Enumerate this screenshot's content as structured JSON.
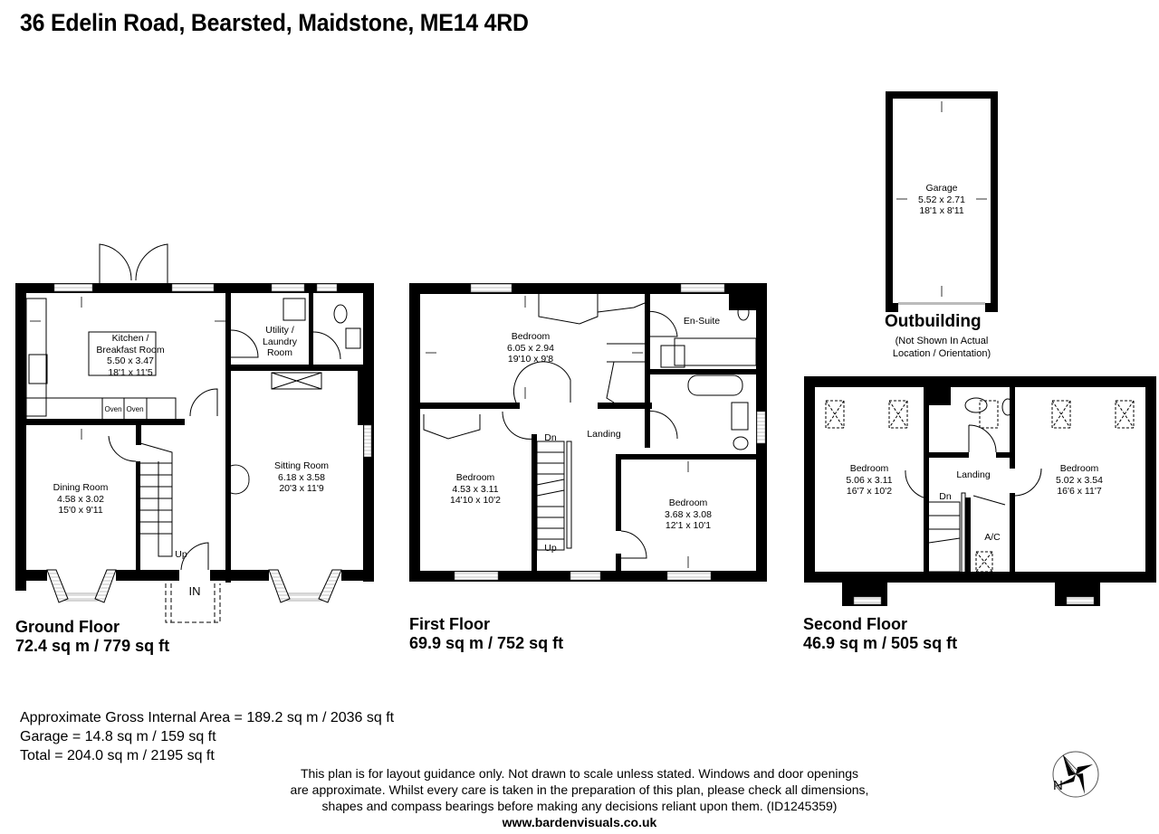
{
  "title": "36 Edelin Road, Bearsted, Maidstone, ME14 4RD",
  "floors": [
    {
      "name": "Ground Floor",
      "area": "72.4 sq m / 779 sq ft",
      "rooms": [
        {
          "name": "Kitchen /\nBreakfast Room",
          "metric": "5.50 x 3.47",
          "imperial": "18'1 x 11'5"
        },
        {
          "name": "Utility /\nLaundry\nRoom",
          "metric": "",
          "imperial": ""
        },
        {
          "name": "Dining Room",
          "metric": "4.58 x 3.02",
          "imperial": "15'0 x 9'11"
        },
        {
          "name": "Sitting Room",
          "metric": "6.18 x 3.58",
          "imperial": "20'3 x 11'9"
        }
      ],
      "fixtures": {
        "oven1": "Oven",
        "oven2": "Oven",
        "stairs": "Up",
        "entrance": "IN"
      }
    },
    {
      "name": "First Floor",
      "area": "69.9 sq m / 752 sq ft",
      "rooms": [
        {
          "name": "Bedroom",
          "metric": "6.05 x 2.94",
          "imperial": "19'10 x 9'8"
        },
        {
          "name": "En-Suite",
          "metric": "",
          "imperial": ""
        },
        {
          "name": "Landing",
          "metric": "",
          "imperial": ""
        },
        {
          "name": "Bedroom",
          "metric": "4.53 x 3.11",
          "imperial": "14'10 x 10'2"
        },
        {
          "name": "Bedroom",
          "metric": "3.68 x 3.08",
          "imperial": "12'1 x 10'1"
        }
      ],
      "fixtures": {
        "stairs_down": "Dn",
        "stairs_up": "Up"
      }
    },
    {
      "name": "Second Floor",
      "area": "46.9 sq m / 505 sq ft",
      "rooms": [
        {
          "name": "Bedroom",
          "metric": "5.06 x 3.11",
          "imperial": "16'7 x 10'2"
        },
        {
          "name": "Landing",
          "metric": "",
          "imperial": ""
        },
        {
          "name": "Bedroom",
          "metric": "5.02 x 3.54",
          "imperial": "16'6 x 11'7"
        },
        {
          "name": "A/C",
          "metric": "",
          "imperial": ""
        }
      ],
      "fixtures": {
        "stairs_down": "Dn"
      }
    }
  ],
  "outbuilding": {
    "label": "Outbuilding",
    "note": "(Not Shown In Actual\nLocation / Orientation)",
    "room": {
      "name": "Garage",
      "metric": "5.52 x 2.71",
      "imperial": "18'1 x 8'11"
    }
  },
  "areas": {
    "gross": "Approximate Gross Internal Area = 189.2 sq m / 2036 sq ft",
    "garage": "Garage = 14.8 sq m / 159 sq ft",
    "total": "Total = 204.0 sq m / 2195 sq ft"
  },
  "disclaimer": {
    "line1": "This plan is for layout guidance only. Not drawn to scale unless stated. Windows and door openings",
    "line2": "are approximate. Whilst every care is taken in the preparation of this plan, please check all dimensions,",
    "line3": "shapes and compass bearings before making any decisions reliant upon them. (ID1245359)",
    "website": "www.bardenvisuals.co.uk"
  },
  "compass": {
    "label": "N",
    "icon": "compass-rose-icon"
  }
}
